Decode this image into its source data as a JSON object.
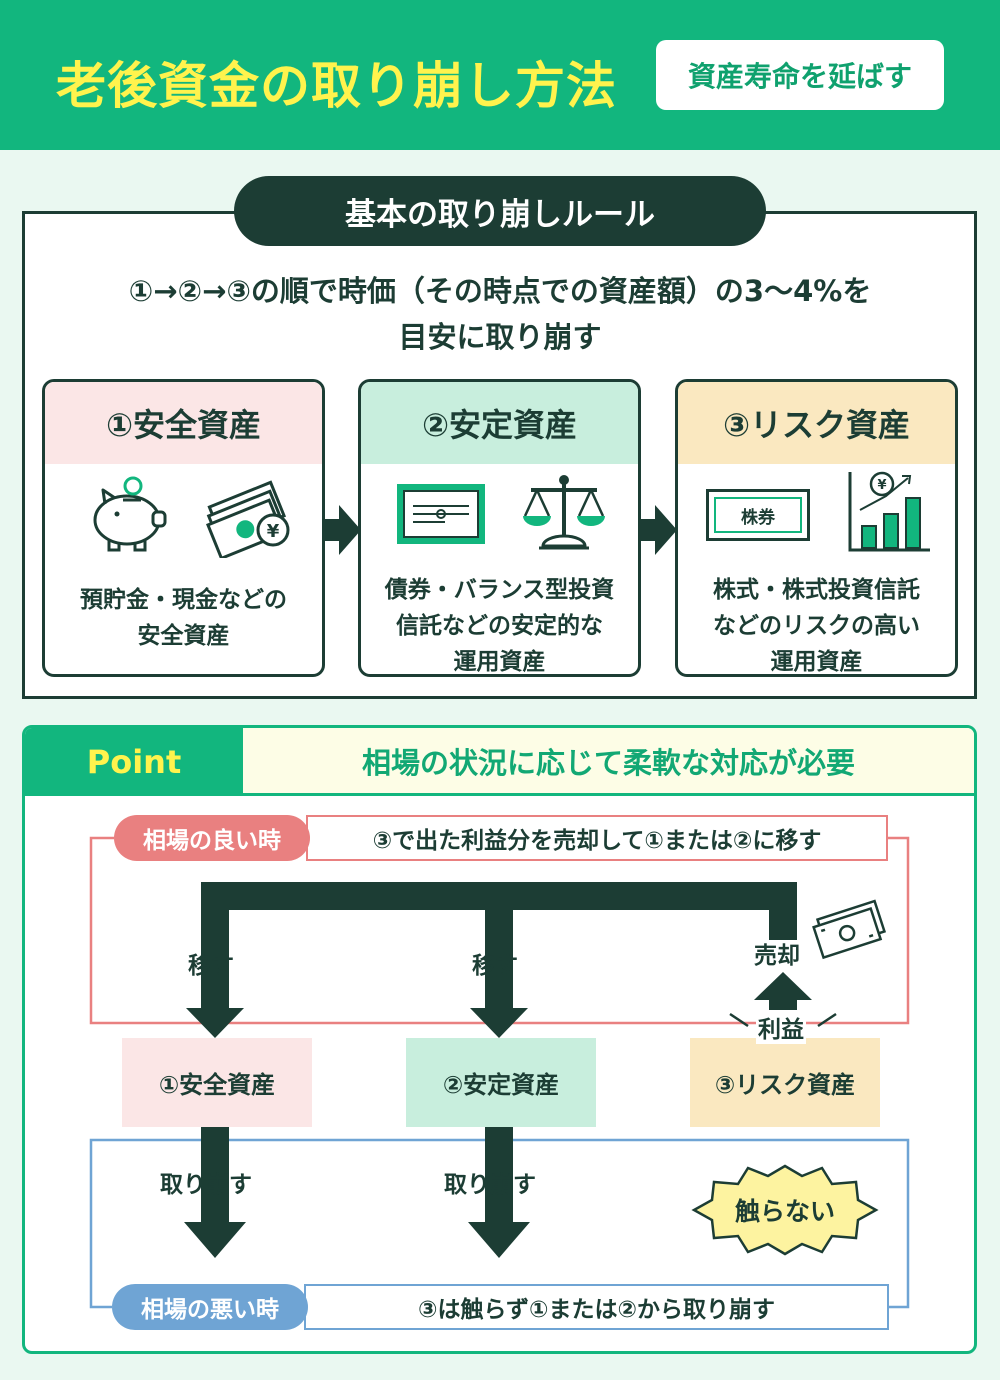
{
  "header": {
    "title": "老後資金の取り崩し方法",
    "subtitle": "資産寿命を延ばす"
  },
  "rule": {
    "heading": "基本の取り崩しルール",
    "desc_line1": "①→②→③の順で時価（その時点での資産額）の3〜4%を",
    "desc_line2": "目安に取り崩す"
  },
  "cards": [
    {
      "title": "①安全資産",
      "desc": [
        "預貯金・現金などの",
        "安全資産"
      ],
      "color": "#fbe6e6"
    },
    {
      "title": "②安定資産",
      "desc": [
        "債券・バランス型投資",
        "信託などの安定的な",
        "運用資産"
      ],
      "color": "#c8eedd"
    },
    {
      "title": "③リスク資産",
      "desc": [
        "株式・株式投資信託",
        "などのリスクの高い",
        "運用資産"
      ],
      "color": "#fae8c0"
    }
  ],
  "icons": {
    "bond_certificate_label": "株券",
    "yen_symbol": "¥"
  },
  "point": {
    "label": "Point",
    "heading": "相場の状況に応じて柔軟な対応が必要",
    "good_market": {
      "label": "相場の良い時",
      "text": "③で出た利益分を売却して①または②に移す"
    },
    "bad_market": {
      "label": "相場の悪い時",
      "text": "③は触らず①または②から取り崩す"
    },
    "move_label": "移す",
    "sell_label": "売却",
    "profit_label": "利益",
    "withdraw_label": "取り崩す",
    "no_touch_label": "触らない",
    "assets": [
      {
        "label": "①安全資産",
        "color": "#fbe6e6"
      },
      {
        "label": "②安定資産",
        "color": "#c8eedd"
      },
      {
        "label": "③リスク資産",
        "color": "#fae8c0"
      }
    ]
  },
  "colors": {
    "header_green": "#12b67e",
    "dark": "#1c3d34",
    "title_yellow": "#fff34d",
    "good_red": "#e98080",
    "bad_blue": "#6fa4d4"
  }
}
